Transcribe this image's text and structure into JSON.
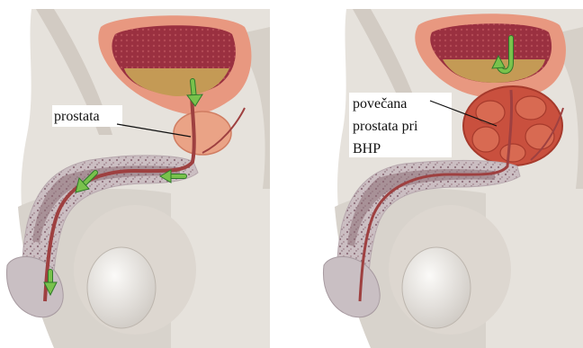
{
  "panels": [
    {
      "id": "normal",
      "label_lines": [
        "prostata"
      ],
      "flow_arrows": [
        "bladder-outflow",
        "urethra-posterior",
        "urethra-mid",
        "urethra-tip"
      ]
    },
    {
      "id": "enlarged",
      "label_lines": [
        "povečana",
        "prostata pri",
        "BHP"
      ],
      "flow_arrows": [
        "bladder-retention"
      ]
    }
  ],
  "colors": {
    "background": "#ffffff",
    "skin": "#e6e2dc",
    "skin_shade": "#cfc9c1",
    "bladder_wall": "#e89880",
    "bladder_inner": "#9a3040",
    "urine": "#c49a55",
    "prostate_normal": "#eaa386",
    "prostate_enlarged": "#c9503e",
    "erectile_tissue": "#c9bfc3",
    "urethra": "#9e4040",
    "flow_arrow": "#79c24c",
    "flow_arrow_outline": "#2f7a2a",
    "leader_line": "#111111"
  }
}
